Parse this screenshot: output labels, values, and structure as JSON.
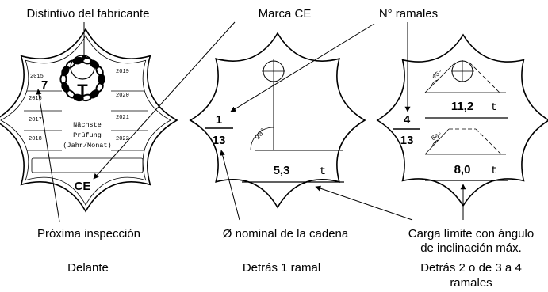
{
  "callouts": {
    "manufacturer_mark": "Distintivo del fabricante",
    "ce_mark": "Marca CE",
    "num_legs": "N° ramales",
    "next_inspection": "Próxima inspección",
    "chain_diameter": "Ø nominal de la cadena",
    "load_limit_line1": "Carga límite con ángulo",
    "load_limit_line2": "de inclinación máx."
  },
  "views": {
    "front": "Delante",
    "back_one_leg": "Detrás 1 ramal",
    "back_multi_line1": "Detrás 2 o de 3 a 4",
    "back_multi_line2": "ramales"
  },
  "tag_front": {
    "years_left": [
      "2015",
      "2016",
      "2017",
      "2018"
    ],
    "years_right": [
      "2019",
      "2020",
      "2021",
      "2022"
    ],
    "month_marked": "7",
    "logo_letter": "T",
    "next_line1": "Nächste",
    "next_line2": "Prüfung",
    "next_line3": "(Jahr/Monat)",
    "ce_text": "CE"
  },
  "tag_single": {
    "legs": "1",
    "diameter": "13",
    "angle": "90°",
    "load": "5,3",
    "unit": "t"
  },
  "tag_multi": {
    "legs": "4",
    "diameter": "13",
    "angle_top": "45°",
    "load_top": "11,2",
    "unit_top": "t",
    "angle_bottom": "60°",
    "load_bottom": "8,0",
    "unit_bottom": "t"
  }
}
